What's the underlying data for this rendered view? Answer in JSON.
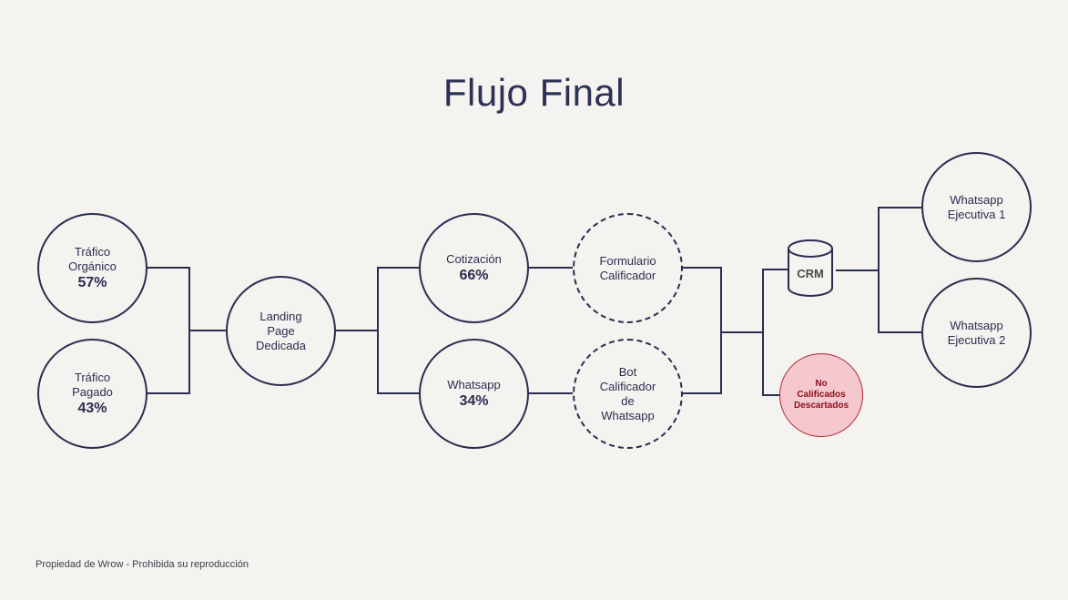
{
  "title": "Flujo Final",
  "footer": "Propiedad de Wrow - Prohibida su reproducción",
  "nodes": {
    "organic": {
      "lines": [
        "Tráfico",
        "Orgánico"
      ],
      "pct": "57%"
    },
    "paid": {
      "lines": [
        "Tráfico",
        "Pagado"
      ],
      "pct": "43%"
    },
    "landing": {
      "lines": [
        "Landing",
        "Page",
        "Dedicada"
      ]
    },
    "quote": {
      "lines": [
        "Cotización"
      ],
      "pct": "66%"
    },
    "whatsapp": {
      "lines": [
        "Whatsapp"
      ],
      "pct": "34%"
    },
    "form": {
      "lines": [
        "Formulario",
        "Calificador"
      ]
    },
    "bot": {
      "lines": [
        "Bot",
        "Calificador",
        "de",
        "Whatsapp"
      ]
    },
    "crm": {
      "label": "CRM"
    },
    "discarded": {
      "lines": [
        "No",
        "Calificados",
        "Descartados"
      ]
    },
    "exec1": {
      "lines": [
        "Whatsapp",
        "Ejecutiva 1"
      ]
    },
    "exec2": {
      "lines": [
        "Whatsapp",
        "Ejecutiva 2"
      ]
    }
  },
  "colors": {
    "stroke": "#2b2d4f",
    "background": "#f4f3f0",
    "discarded_fill": "#f5c8cf",
    "discarded_stroke": "#b0202e"
  }
}
